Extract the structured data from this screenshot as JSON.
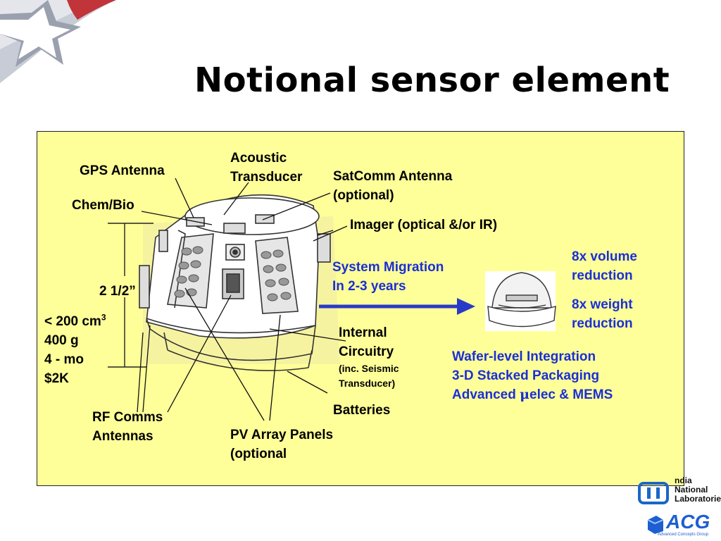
{
  "title": "Notional sensor element",
  "labels": {
    "gps_antenna": "GPS Antenna",
    "acoustic": [
      "Acoustic",
      "Transducer"
    ],
    "satcomm": [
      "SatComm Antenna",
      "(optional)"
    ],
    "chem_bio": "Chem/Bio",
    "imager": "Imager (optical &/or IR)",
    "height": "2 1/2”",
    "specs": [
      "< 200 cm",
      "3",
      "400 g",
      "4 - mo",
      "$2K"
    ],
    "internal": [
      "Internal",
      "Circuitry"
    ],
    "internal_note": [
      "(inc. Seismic",
      "Transducer)"
    ],
    "batteries": "Batteries",
    "rf_comms": [
      "RF Comms",
      "Antennas"
    ],
    "pv_array": [
      "PV Array Panels",
      "(optional"
    ]
  },
  "migration": {
    "text": [
      "System Migration",
      "In 2-3 years"
    ],
    "volume": [
      "8x volume",
      "reduction"
    ],
    "weight": [
      "8x weight",
      "reduction"
    ],
    "integration": [
      "Wafer-level Integration",
      "3-D Stacked Packaging",
      "Advanced ",
      "μ",
      "elec & MEMS"
    ]
  },
  "logos": {
    "sandia": [
      "ndia",
      "National",
      "Laboratories"
    ],
    "acg": "ACG",
    "acg_sub": "Advanced Concepts Group"
  },
  "colors": {
    "panel": "#ffff99",
    "accent_blue": "#1a2fd6",
    "arrow": "#2a3ac8"
  }
}
